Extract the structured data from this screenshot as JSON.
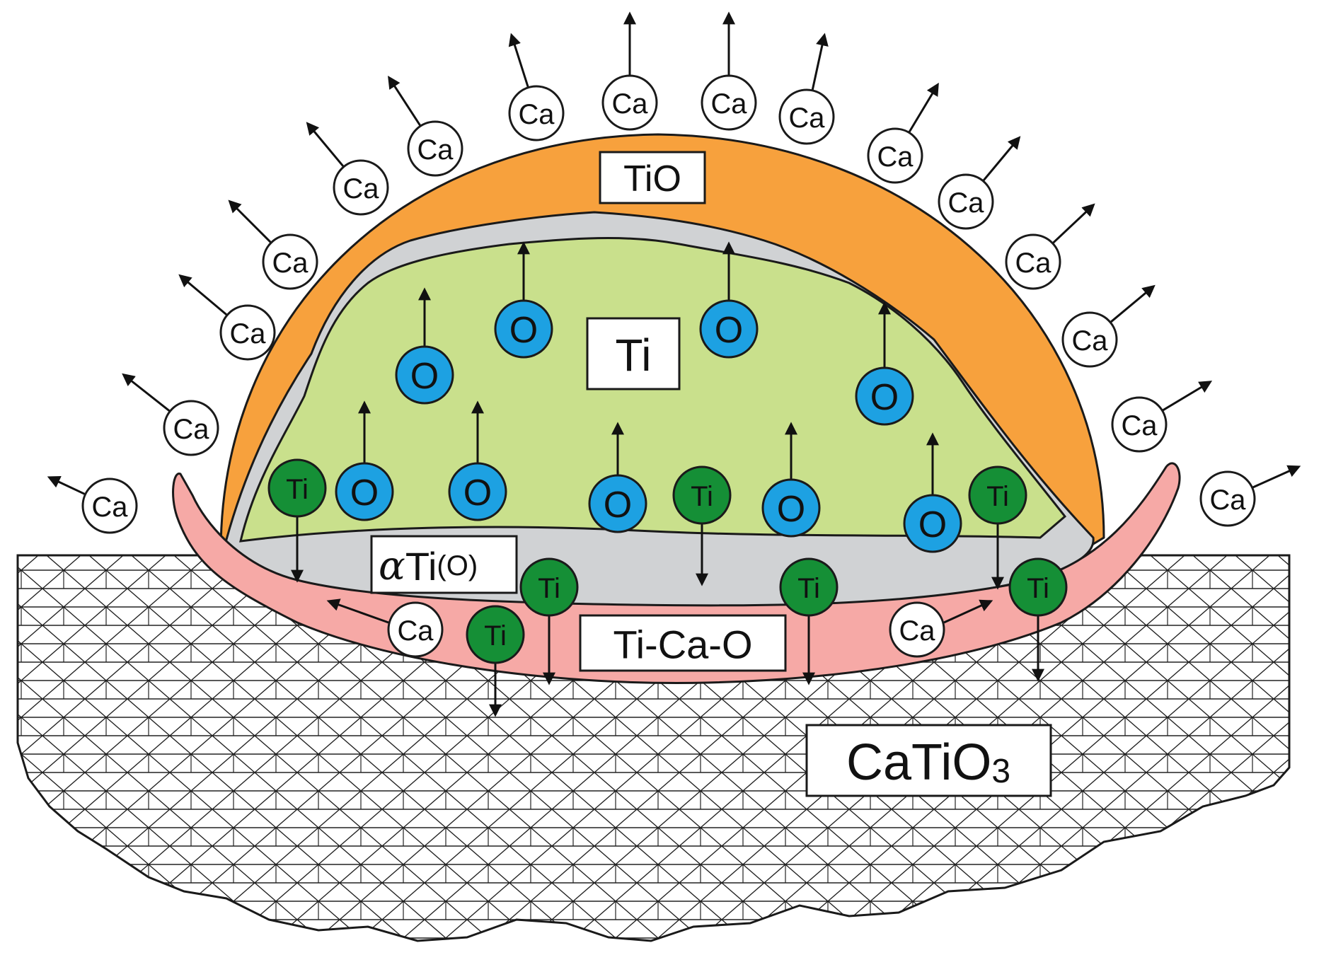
{
  "colors": {
    "tio_shell": "#F7A13D",
    "alpha_ti": "#D0D2D4",
    "ti_core": "#C9E08C",
    "ti_ca_o": "#F6A9A6",
    "o_atom": "#1DA1E2",
    "ti_atom": "#158F36",
    "ca_atom": "#FFFFFF",
    "outline": "#1A1A1A"
  },
  "labels": {
    "tio": "TiO",
    "ti": "Ti",
    "alpha_ti_greek": "α",
    "alpha_ti_main": "Ti",
    "alpha_ti_sub": "(O)",
    "ti_ca_o": "Ti-Ca-O",
    "catio3_main": "CaTiO",
    "catio3_sub": "3"
  },
  "atoms": {
    "ca_symbol": "Ca",
    "o_symbol": "O",
    "ti_symbol": "Ti"
  }
}
